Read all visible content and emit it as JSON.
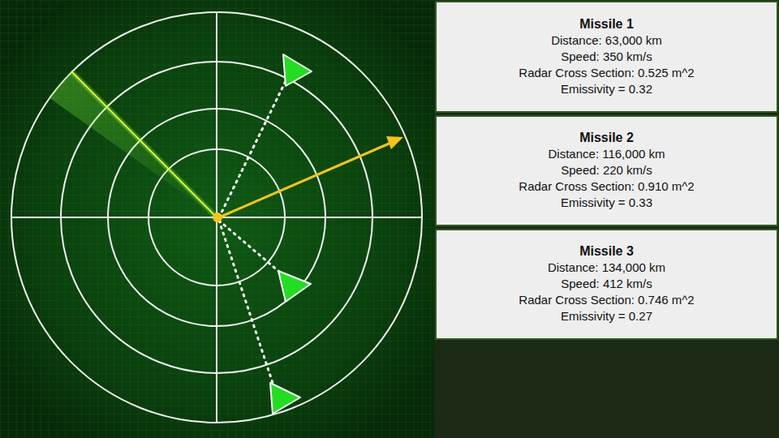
{
  "diagram": {
    "nodes": [
      {
        "text": [
          "Missile 1",
          "Distance: 63,000 km",
          "Speed: 350 km/s",
          "Radar Cross Section: 0.525 m^2",
          "Emissivity = 0.32"
        ]
      },
      {
        "text": [
          "Missile 2",
          "Distance: 116,000 km",
          "Speed: 220 km/s",
          "Radar Cross Section: 0.910 m^2",
          "Emissivity = 0.33"
        ]
      },
      {
        "text": [
          "Missile 3",
          "Distance: 134,000 km",
          "Speed: 412 km/s",
          "Radar Cross Section: 0.746 m^2",
          "Emissivity = 0.27"
        ]
      }
    ]
  }
}
